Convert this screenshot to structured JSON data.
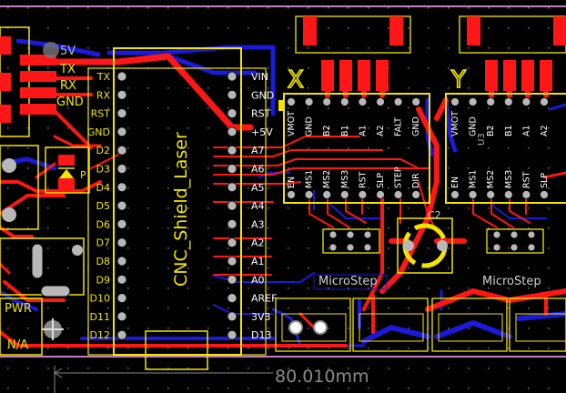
{
  "colors": {
    "background": "#000000",
    "grid": "#6a6a6a",
    "top_copper": "#ff1616",
    "bottom_copper": "#1a1ad8",
    "silkscreen": "#f2e600",
    "pad": "#b8b8b8",
    "outline": "#c080c0"
  },
  "serial_header": {
    "labels": [
      "5V",
      "TX",
      "RX",
      "GND"
    ]
  },
  "arduino": {
    "title": "CNC_Shield_Laser",
    "left_pins": [
      "TX",
      "RX",
      "RST",
      "GND",
      "D2",
      "D3",
      "D4",
      "D5",
      "D6",
      "D7",
      "D8",
      "D9",
      "D10",
      "D11",
      "D12"
    ],
    "right_pins": [
      "VIN",
      "GND",
      "RST",
      "+5V",
      "A7",
      "A6",
      "A5",
      "A4",
      "A3",
      "A2",
      "A1",
      "A0",
      "AREF",
      "3V3",
      "D13"
    ]
  },
  "drivers": [
    {
      "axis": "X",
      "top_pins": [
        "VMOT",
        "GND",
        "B2",
        "B1",
        "A1",
        "A2",
        "FALT",
        "GND"
      ],
      "bottom_pins": [
        "EN",
        "MS1",
        "MS2",
        "MS3",
        "RST",
        "SLP",
        "STEP",
        "DIR"
      ],
      "jumper_label": "MicroStep"
    },
    {
      "axis": "Y",
      "designator": "U3",
      "top_pins": [
        "VMOT",
        "GND",
        "B2",
        "B1",
        "A1",
        "A2"
      ],
      "bottom_pins": [
        "EN",
        "MS1",
        "MS2",
        "MS3",
        "RST",
        "SLP"
      ],
      "jumper_label": "MicroStep"
    }
  ],
  "capacitor": {
    "designator": "C2"
  },
  "leds": {
    "power_label": "PWR",
    "status_label": "N/A"
  },
  "dimension": {
    "text": "80.010mm"
  }
}
